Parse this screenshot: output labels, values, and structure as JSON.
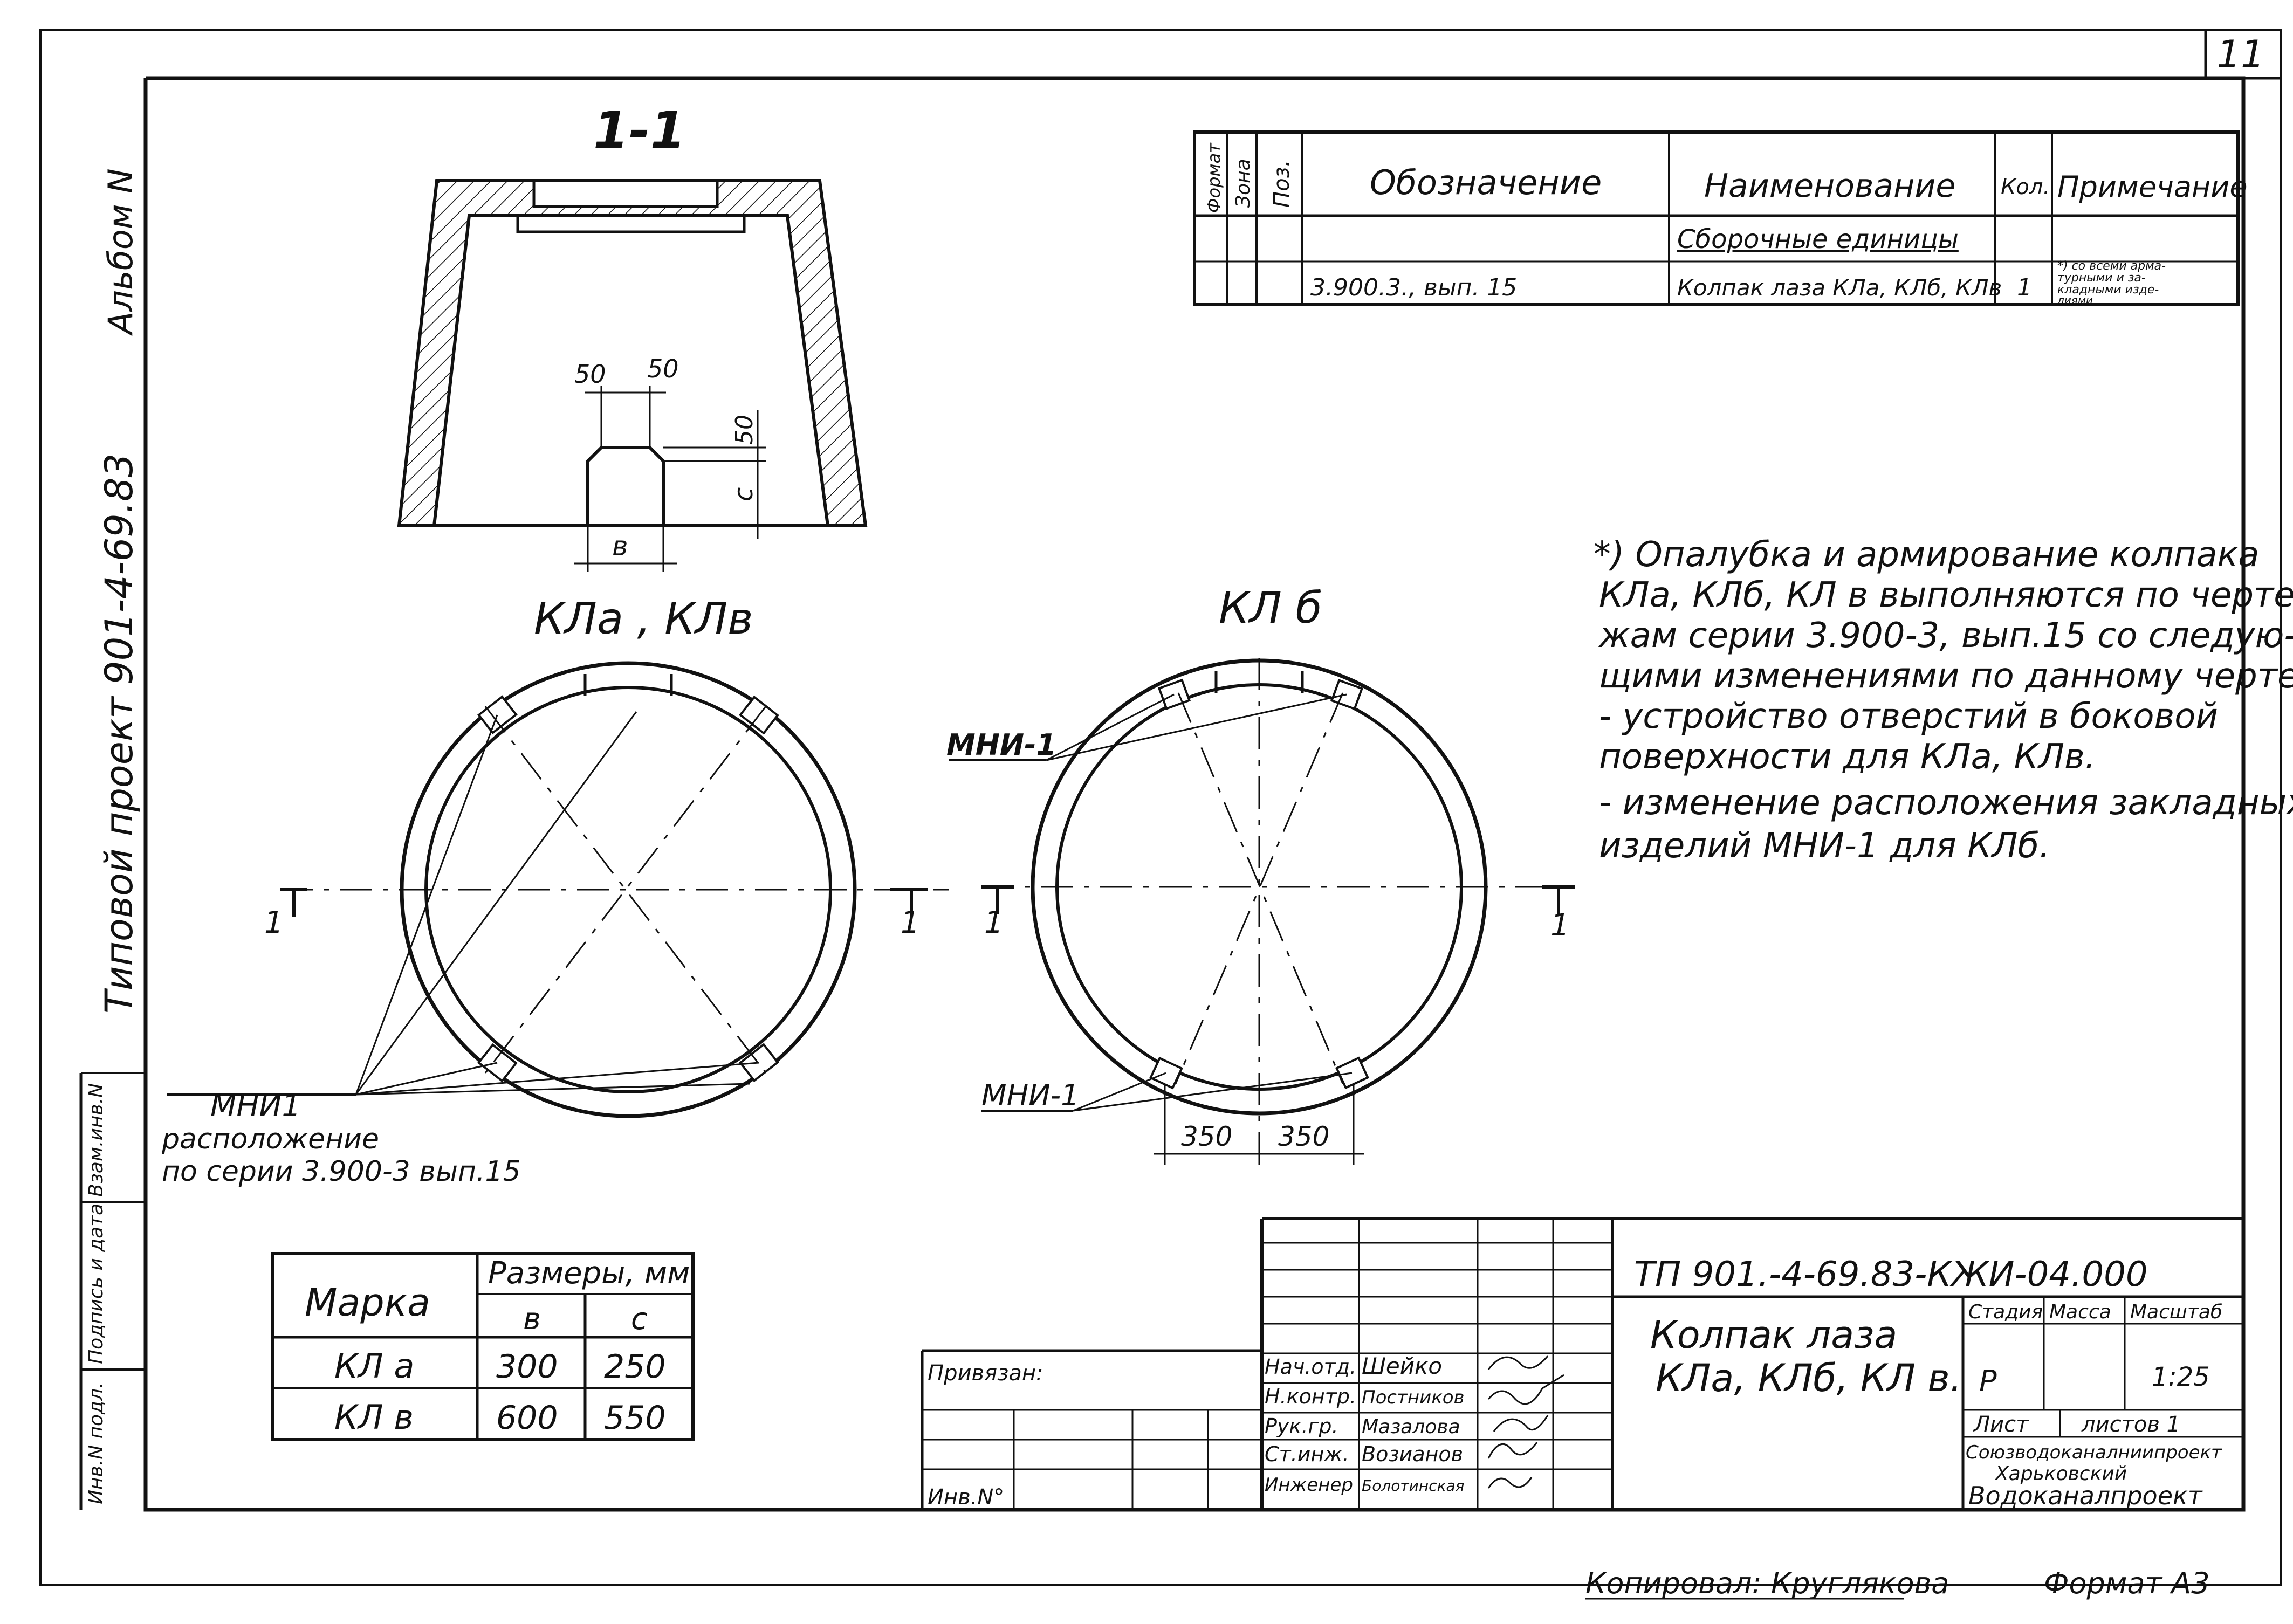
{
  "page_number": "11",
  "side_margin": {
    "album": "Альбом N",
    "project": "Типовой проект 901-4-69.83",
    "inv_podl": "Инв.N подл.",
    "podpis_data": "Подпись и дата",
    "vzam_inv": "Взам.инв.N"
  },
  "section": {
    "title": "1-1",
    "dims": {
      "d50a": "50",
      "d50b": "50",
      "d50c": "50",
      "c": "с",
      "b": "в"
    }
  },
  "views": {
    "left_title": "КЛа , КЛв",
    "right_title": "КЛ б",
    "left_cut_mark": "1",
    "left_cut_mark_r": "1",
    "right_cut_mark": "1",
    "right_cut_mark_r": "1",
    "mni_right_top": "МНИ-1",
    "mni_right_bottom": "МНИ-1",
    "dim_350_left": "350",
    "dim_350_right": "350",
    "mni_left_label": "МНИ1",
    "mni_left_note1": "расположение",
    "mni_left_note2": "по серии 3.900-3 вып.15"
  },
  "spec_table": {
    "headers": {
      "format": "Формат",
      "zone": "Зона",
      "pos": "Поз.",
      "designation": "Обозначение",
      "name": "Наименование",
      "qty": "Кол.",
      "note": "Примечание"
    },
    "section_row": "Сборочные единицы",
    "row": {
      "designation": "3.900.3., вып. 15",
      "name": "Колпак лаза КЛа, КЛб, КЛв",
      "qty": "1",
      "note1": "*) со всеми арма-",
      "note2": "турными и за-",
      "note3": "кладными изде-",
      "note4": "лиями"
    }
  },
  "footnote": {
    "lines": [
      "*)  Опалубка и армирование колпака",
      "КЛа, КЛб, КЛ в выполняются по черте-",
      "жам серии 3.900-3, вып.15 со следую-",
      "щими изменениями по данному чертежу",
      "- устройство отверстий в боковой",
      "поверхности  для КЛа, КЛв.",
      "- изменение расположения закладных",
      "изделий МНИ-1 для КЛб."
    ]
  },
  "size_table": {
    "col_mark": "Марка",
    "col_sizes": "Размеры, мм",
    "col_b": "в",
    "col_c": "с",
    "rows": [
      {
        "mark": "КЛ а",
        "b": "300",
        "c": "250"
      },
      {
        "mark": "КЛ в",
        "b": "600",
        "c": "550"
      }
    ]
  },
  "title_block": {
    "code": "ТП 901.-4-69.83-КЖИ-04.000",
    "name1": "Колпак лаза",
    "name2": "КЛа, КЛб, КЛ в.",
    "stage_label": "Стадия",
    "mass_label": "Масса",
    "scale_label": "Масштаб",
    "stage": "Р",
    "scale": "1:25",
    "sheet_label": "Лист",
    "sheets_label": "листов 1",
    "org1": "Союзводоканалниипроект",
    "org2": "Харьковский",
    "org3": "Водоканалпроект",
    "privyazan": "Привязан:",
    "inv_no": "Инв.N°",
    "roles": [
      {
        "role": "Нач.отд.",
        "person": "Шейко"
      },
      {
        "role": "Н.контр.",
        "person": "Постников"
      },
      {
        "role": "Рук.гр.",
        "person": "Мазалова"
      },
      {
        "role": "Ст.инж.",
        "person": "Возианов"
      },
      {
        "role": "Инженер",
        "person": "Болотинская"
      }
    ]
  },
  "bottom": {
    "copied": "Копировал: Круглякова",
    "format": "Формат А3"
  }
}
